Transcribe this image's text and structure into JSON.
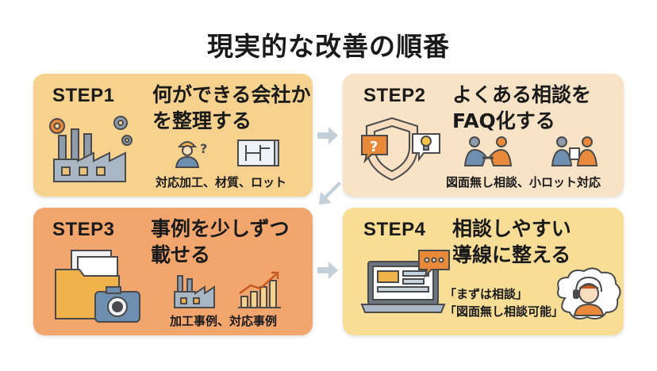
{
  "title": "現実的な改善の順番",
  "steps": [
    {
      "label": "STEP1",
      "title_line1": "何ができる会社か",
      "title_line2": "を整理する",
      "caption": "対応加工、材質、ロット",
      "color": "#f6d28e"
    },
    {
      "label": "STEP2",
      "title_line1": "よくある相談を",
      "title_line2": "FAQ化する",
      "caption": "図面無し相談、小ロット対応",
      "color": "#f9e3c6"
    },
    {
      "label": "STEP3",
      "title_line1": "事例を少しずつ",
      "title_line2": "載せる",
      "caption": "加工事例、対応事例",
      "color": "#f2a66e"
    },
    {
      "label": "STEP4",
      "title_line1": "相談しやすい",
      "title_line2": "導線に整える",
      "caption_line1": "「まずは相談」",
      "caption_line2": "「図面無し相談可能」",
      "color": "#f7dd96"
    }
  ],
  "colors": {
    "arrow": "#c3cfd9",
    "icon_stroke": "#4a4a4a",
    "accent_orange": "#e88a3a",
    "accent_blue": "#6f8fb0"
  },
  "icons": {
    "step1": [
      "gear-icon",
      "factory-icon",
      "worker-question-icon",
      "blueprint-icon"
    ],
    "step2": [
      "shield-question-icon",
      "speech-bubble-icon",
      "lightbulb-icon",
      "handshake-icon",
      "consultation-icon"
    ],
    "step3": [
      "folder-icon",
      "camera-icon",
      "factory-icon",
      "growth-chart-icon"
    ],
    "step4": [
      "laptop-icon",
      "chat-bubble-icon",
      "support-agent-icon"
    ]
  }
}
